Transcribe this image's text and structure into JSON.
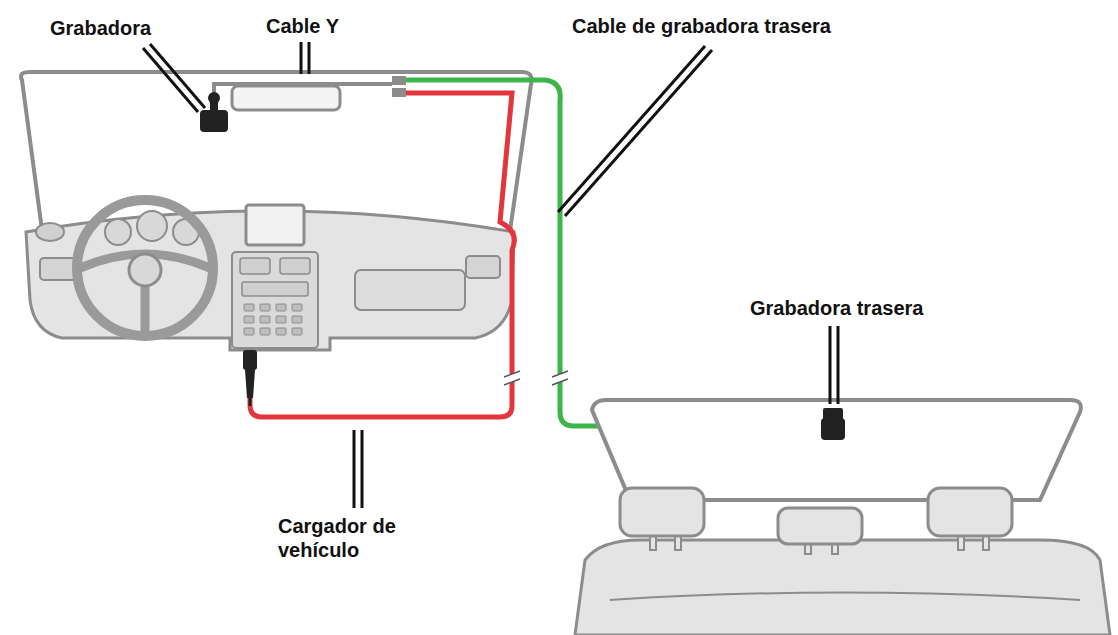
{
  "diagram": {
    "labels": [
      "Grabadora",
      "Cable Y",
      "Cable de grabadora trasera",
      "Grabadora trasera",
      "Cargador de vehículo"
    ]
  }
}
